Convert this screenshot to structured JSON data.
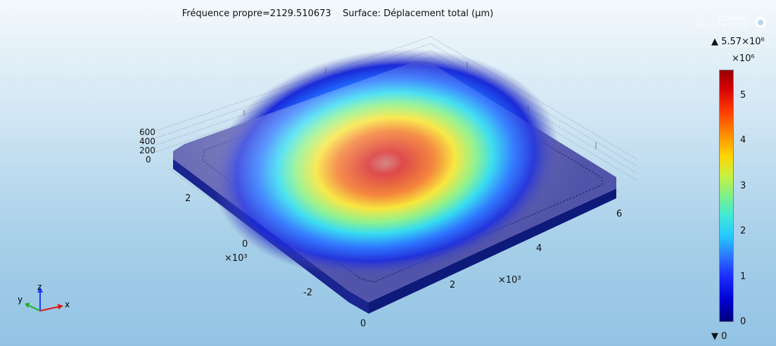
{
  "plot": {
    "title": "Fréquence propre=2129.510673    Surface: Déplacement total (μm)"
  },
  "brand": {
    "line1": "COMSOL",
    "line2": "MULTIPHYSICS"
  },
  "axes": {
    "z_ticks": [
      "600",
      "400",
      "200",
      "0"
    ],
    "y_ticks": [
      "2",
      "0",
      "-2"
    ],
    "y_multiplier": "×10³",
    "x_ticks": [
      "0",
      "2",
      "4",
      "6"
    ],
    "x_multiplier": "×10³"
  },
  "legend": {
    "max_label": "▲ 5.57×10⁶",
    "exponent": "×10⁶",
    "ticks": [
      "5",
      "4",
      "3",
      "2",
      "1",
      "0"
    ],
    "min_label": "▼ 0"
  },
  "triad": {
    "x": "x",
    "y": "y",
    "z": "z"
  },
  "colors": {
    "plate_base": "#5254a9",
    "plate_side": "#1a2590",
    "hot": "#d41414"
  }
}
